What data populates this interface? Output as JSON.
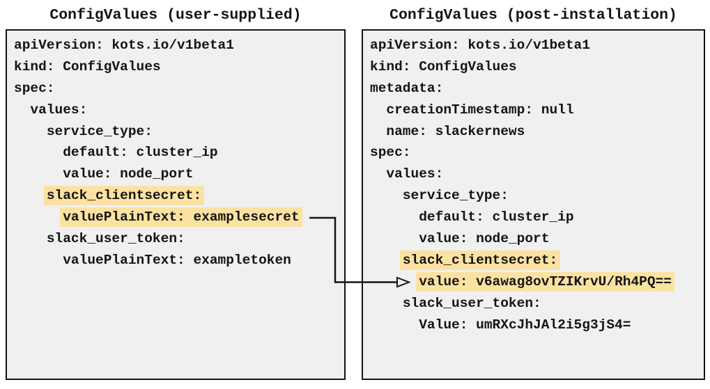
{
  "colors": {
    "page-bg": "#ffffff",
    "panel-bg": "#f0f0f0",
    "panel-border": "#141414",
    "text": "#141414",
    "highlight": "#fce2a2",
    "arrow": "#141414"
  },
  "panels": [
    {
      "title": "ConfigValues (user-supplied)",
      "lines": [
        {
          "indent": 0,
          "text": "apiVersion: kots.io/v1beta1",
          "highlight": false
        },
        {
          "indent": 0,
          "text": "kind: ConfigValues",
          "highlight": false
        },
        {
          "indent": 0,
          "text": "spec:",
          "highlight": false
        },
        {
          "indent": 2,
          "text": "values:",
          "highlight": false
        },
        {
          "indent": 4,
          "text": "service_type:",
          "highlight": false
        },
        {
          "indent": 6,
          "text": "default: cluster_ip",
          "highlight": false
        },
        {
          "indent": 6,
          "text": "value: node_port",
          "highlight": false
        },
        {
          "indent": 4,
          "text": "slack_clientsecret:",
          "highlight": true
        },
        {
          "indent": 6,
          "text": "valuePlainText: examplesecret",
          "highlight": true
        },
        {
          "indent": 4,
          "text": "slack_user_token:",
          "highlight": false
        },
        {
          "indent": 6,
          "text": "valuePlainText: exampletoken",
          "highlight": false
        }
      ]
    },
    {
      "title": "ConfigValues (post-installation)",
      "lines": [
        {
          "indent": 0,
          "text": "apiVersion: kots.io/v1beta1",
          "highlight": false
        },
        {
          "indent": 0,
          "text": "kind: ConfigValues",
          "highlight": false
        },
        {
          "indent": 0,
          "text": "metadata:",
          "highlight": false
        },
        {
          "indent": 2,
          "text": "creationTimestamp: null",
          "highlight": false
        },
        {
          "indent": 2,
          "text": "name: slackernews",
          "highlight": false
        },
        {
          "indent": 0,
          "text": "spec:",
          "highlight": false
        },
        {
          "indent": 2,
          "text": "values:",
          "highlight": false
        },
        {
          "indent": 4,
          "text": "service_type:",
          "highlight": false
        },
        {
          "indent": 6,
          "text": "default: cluster_ip",
          "highlight": false
        },
        {
          "indent": 6,
          "text": "value: node_port",
          "highlight": false
        },
        {
          "indent": 4,
          "text": "slack_clientsecret:",
          "highlight": true
        },
        {
          "indent": 6,
          "text": "value: v6awag8ovTZIKrvU/Rh4PQ==",
          "highlight": true
        },
        {
          "indent": 4,
          "text": "slack_user_token:",
          "highlight": false
        },
        {
          "indent": 6,
          "text": "Value: umRXcJhJAl2i5g3jS4=",
          "highlight": false
        }
      ]
    }
  ],
  "arrow": {
    "from_text": "valuePlainText: examplesecret",
    "to_text": "value: v6awag8ovTZIKrvU/Rh4PQ=="
  }
}
